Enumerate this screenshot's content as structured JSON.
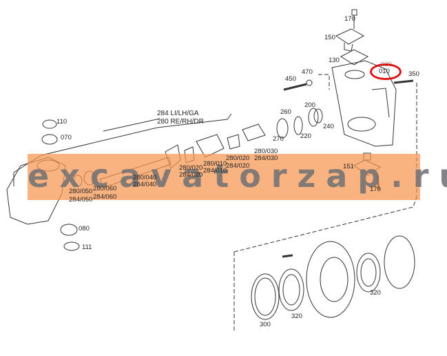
{
  "diagram": {
    "labels": [
      {
        "id": "l1",
        "text": "170"
      },
      {
        "id": "l2",
        "text": "150"
      },
      {
        "id": "l3",
        "text": "130"
      },
      {
        "id": "l4",
        "text": "020"
      },
      {
        "id": "l5",
        "text": "010"
      },
      {
        "id": "l6",
        "text": "350"
      },
      {
        "id": "l7",
        "text": "450"
      },
      {
        "id": "l8",
        "text": "470"
      },
      {
        "id": "l9",
        "text": "260"
      },
      {
        "id": "l10",
        "text": "200"
      },
      {
        "id": "l11",
        "text": "270"
      },
      {
        "id": "l12",
        "text": "220"
      },
      {
        "id": "l13",
        "text": "240"
      },
      {
        "id": "l14",
        "text": "284 LI/LH/GA"
      },
      {
        "id": "l15",
        "text": "280 RE/RH/DR"
      },
      {
        "id": "l16",
        "text": "110"
      },
      {
        "id": "l17",
        "text": "070"
      },
      {
        "id": "l18",
        "text": "280/030"
      },
      {
        "id": "l19",
        "text": "284/030"
      },
      {
        "id": "l20",
        "text": "280/020"
      },
      {
        "id": "l21",
        "text": "284/020"
      },
      {
        "id": "l22",
        "text": "280/010"
      },
      {
        "id": "l23",
        "text": "284/010"
      },
      {
        "id": "l24",
        "text": "280/020"
      },
      {
        "id": "l25",
        "text": "284/020"
      },
      {
        "id": "l26",
        "text": "280/040"
      },
      {
        "id": "l27",
        "text": "284/040"
      },
      {
        "id": "l28",
        "text": "280/050"
      },
      {
        "id": "l29",
        "text": "284/050"
      },
      {
        "id": "l30",
        "text": "280/060"
      },
      {
        "id": "l31",
        "text": "284/060"
      },
      {
        "id": "l32",
        "text": "080"
      },
      {
        "id": "l33",
        "text": "111"
      },
      {
        "id": "l34",
        "text": "151"
      },
      {
        "id": "l35",
        "text": "170"
      },
      {
        "id": "l36",
        "text": "300"
      },
      {
        "id": "l37",
        "text": "320"
      },
      {
        "id": "l38",
        "text": "320"
      }
    ],
    "highlighted_part": "010",
    "highlight_color": "#e01010"
  },
  "watermark": {
    "text": "excavatorzap.ru",
    "band_color": "#f79650"
  }
}
